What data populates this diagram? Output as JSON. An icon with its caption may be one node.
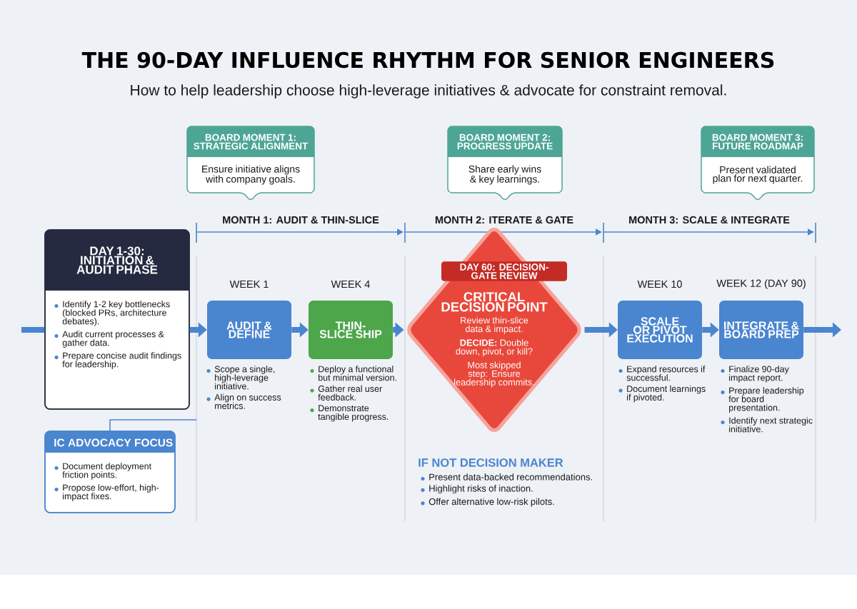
{
  "diagram": {
    "title": "THE 90-DAY INFLUENCE RHYTHM FOR SENIOR ENGINEERS",
    "caption": "How to help leadership choose high-leverage initiatives & advocate for constraint removal.",
    "nodes": [
      {
        "text": [
          "DAY 1-30: INITIATION & AUDIT PHASE",
          "Identify 1-2 key bottlenecks (blocked PRs, architecture debates).",
          "Audit current processes & gather data.",
          "Prepare concise audit findings for leadership."
        ]
      },
      {
        "text": [
          "IC ADVOCACY FOCUS",
          "Document deployment friction points.",
          "Propose low-effort, high-impact fixes."
        ]
      },
      {
        "text": [
          "AUDIT & DEFINE"
        ],
        "beside": [
          "WEEK 1",
          "Scope a single, high-leverage initiative.",
          "Align on success metrics."
        ]
      },
      {
        "text": [
          "THIN-SLICE SHIP"
        ],
        "beside": [
          "WEEK 4",
          "Deploy a functional but minimal version.",
          "Gather real user feedback.",
          "Demonstrate tangible progress."
        ]
      },
      {
        "text": [
          "DAY 60: DECISION-GATE REVIEW",
          "CRITICAL DECISION POINT",
          "Review thin-slice data & impact.",
          "**DECIDE:** Double down, pivot, or kill?",
          "Most skipped step: Ensure leadership commits."
        ]
      },
      {
        "text": [
          "SCALE OR PIVOT EXECUTION"
        ],
        "beside": [
          "WEEK 10",
          "Expand resources if successful.",
          "Document learnings if pivoted."
        ]
      },
      {
        "text": [
          "INTEGRATE & BOARD PREP"
        ],
        "beside": [
          "WEEK 12 (DAY 90)",
          "Finalize 90-day impact report.",
          "Prepare leadership for board presentation.",
          "Identify next strategic initiative."
        ]
      },
      {
        "text": [
          "BOARD MOMENT 1: STRATEGIC ALIGNMENT",
          "Ensure initiative aligns with company goals."
        ]
      },
      {
        "text": [
          "BOARD MOMENT 2: PROGRESS UPDATE",
          "Share early wins & key learnings."
        ]
      },
      {
        "text": [
          "BOARD MOMENT 3: FUTURE ROADMAP",
          "Present validated plan for next quarter."
        ]
      }
    ],
    "edges": [
      {
        "from": null,
        "to": 0,
        "arrow": "none"
      },
      {
        "from": 0,
        "to": 2,
        "arrow": "to"
      },
      {
        "from": 2,
        "to": 3,
        "arrow": "to"
      },
      {
        "from": 3,
        "to": 4,
        "arrow": "to"
      },
      {
        "from": 4,
        "to": 5,
        "arrow": "to"
      },
      {
        "from": 5,
        "to": 6,
        "arrow": "to"
      },
      {
        "from": 6,
        "to": null,
        "arrow": "to"
      },
      {
        "from": 1,
        "to": null,
        "arrow": "none"
      }
    ],
    "labels": [
      "MONTH 1: AUDIT & THIN-SLICE",
      "MONTH 2: ITERATE & GATE",
      "MONTH 3: SCALE & INTEGRATE",
      "IF NOT DECISION MAKER",
      "Present data-backed recommendations.",
      "Highlight risks of inaction.",
      "Offer alternative low-risk pilots."
    ]
  }
}
